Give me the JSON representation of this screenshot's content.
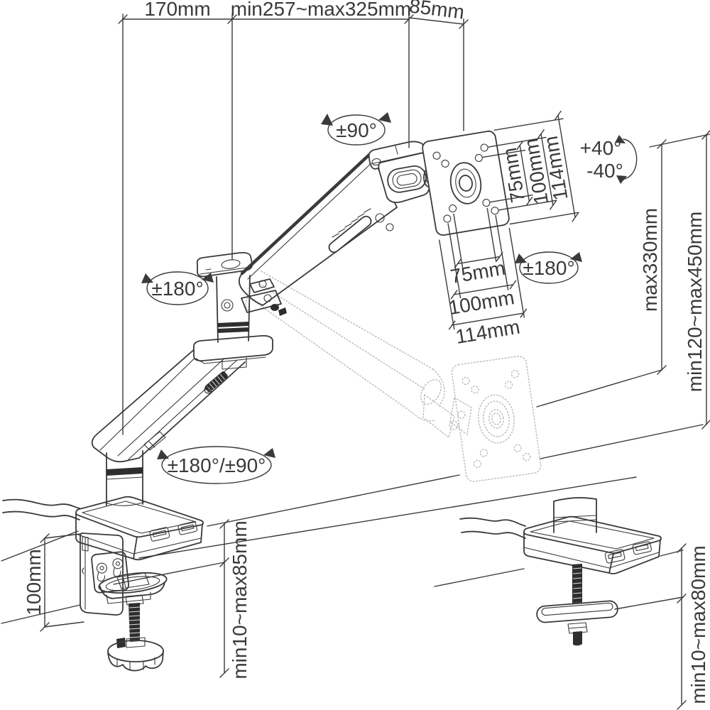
{
  "drawing": {
    "type": "technical line drawing",
    "subject": "gas-spring single monitor desk mount arm - dimensions and rotation ranges",
    "colors": {
      "line": "#3a3a3a",
      "ghost": "#b9b9b9",
      "background": "#ffffff"
    }
  },
  "labels": {
    "arm_rear_reach": "170mm",
    "arm_front_reach": "min257~max325mm",
    "vesa_head_depth": "85mm",
    "top_joint_swivel": "±90°",
    "tilt_up": "+40°",
    "tilt_down": "-40°",
    "vesa_rotation": "±180°",
    "mid_joint_swivel": "±180°",
    "base_swivel": "±180°/±90°",
    "vesa_vertical": [
      "75mm",
      "100mm",
      "114mm"
    ],
    "vesa_horizontal": [
      "75mm",
      "100mm",
      "114mm"
    ],
    "height_upper_range": "max330mm",
    "height_full_range": "min120~max450mm",
    "clamp_bracket_height": "100mm",
    "clamp_desk_thickness": "min10~max85mm",
    "grommet_desk_thickness": "min10~max80mm"
  }
}
